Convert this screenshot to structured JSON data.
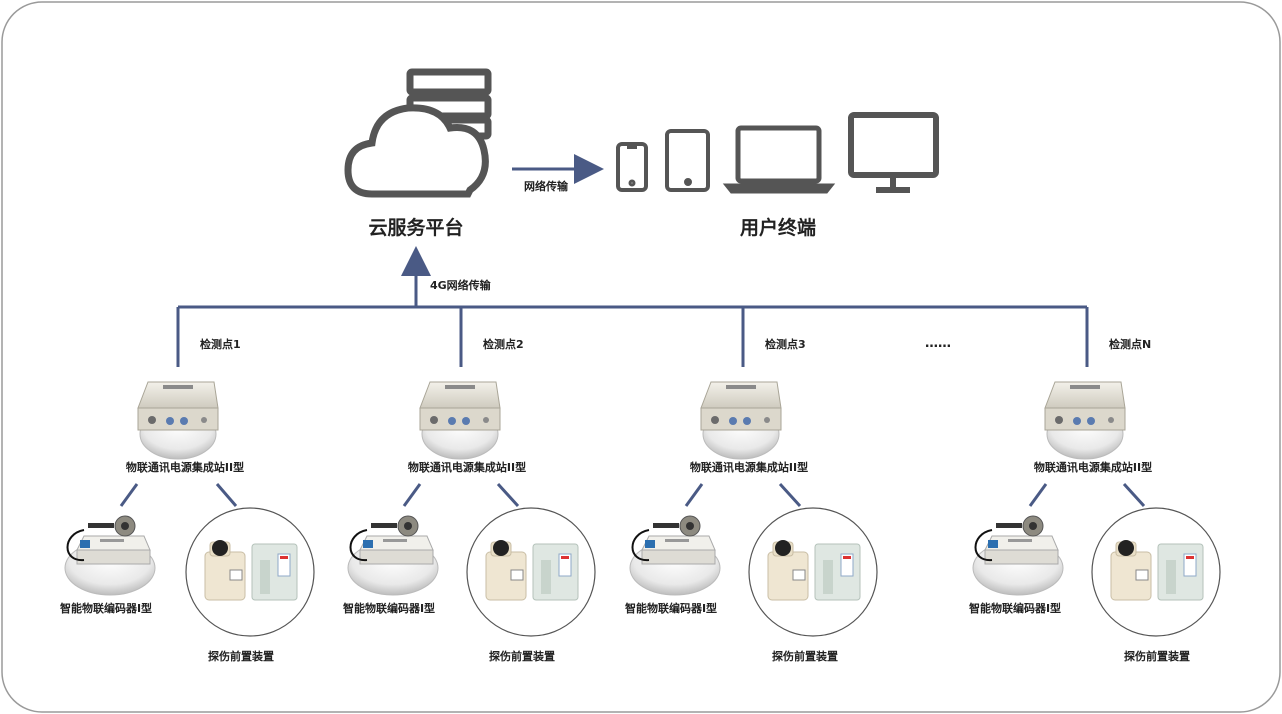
{
  "cloud": {
    "label": "云服务平台"
  },
  "terminals": {
    "label": "用户终端"
  },
  "links": {
    "network": "网络传输",
    "network_4g": "4G网络传输"
  },
  "ellipsis": "……",
  "nodes": [
    {
      "point": "检测点1",
      "station": "物联通讯电源集成站II型",
      "encoder": "智能物联编码器I型",
      "device": "探伤前置装置"
    },
    {
      "point": "检测点2",
      "station": "物联通讯电源集成站II型",
      "encoder": "智能物联编码器I型",
      "device": "探伤前置装置"
    },
    {
      "point": "检测点3",
      "station": "物联通讯电源集成站II型",
      "encoder": "智能物联编码器I型",
      "device": "探伤前置装置"
    },
    {
      "point": "检测点N",
      "station": "物联通讯电源集成站II型",
      "encoder": "智能物联编码器I型",
      "device": "探伤前置装置"
    }
  ],
  "colors": {
    "line": "#4a5a85",
    "icon": "#555555",
    "frame": "#9a9a9a"
  }
}
